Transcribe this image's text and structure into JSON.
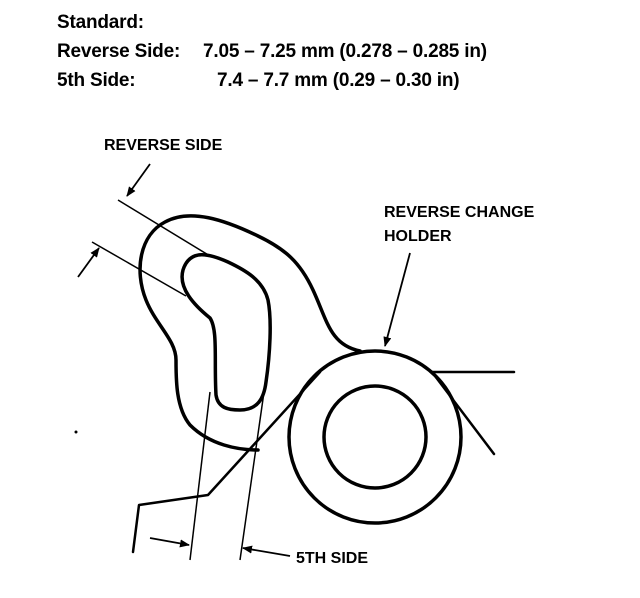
{
  "specification": {
    "heading": "Standard:",
    "reverse_side": {
      "label": "Reverse Side:",
      "value": "7.05 – 7.25 mm (0.278 – 0.285 in)"
    },
    "fifth_side": {
      "label": "5th Side:",
      "value": "7.4 – 7.7 mm (0.29 – 0.30 in)"
    }
  },
  "diagram": {
    "callouts": {
      "reverse_side": "REVERSE SIDE",
      "reverse_change_holder_line1": "REVERSE CHANGE",
      "reverse_change_holder_line2": "HOLDER",
      "fifth_side": "5TH SIDE"
    }
  },
  "colors": {
    "ink": "#000000",
    "paper": "#ffffff"
  }
}
